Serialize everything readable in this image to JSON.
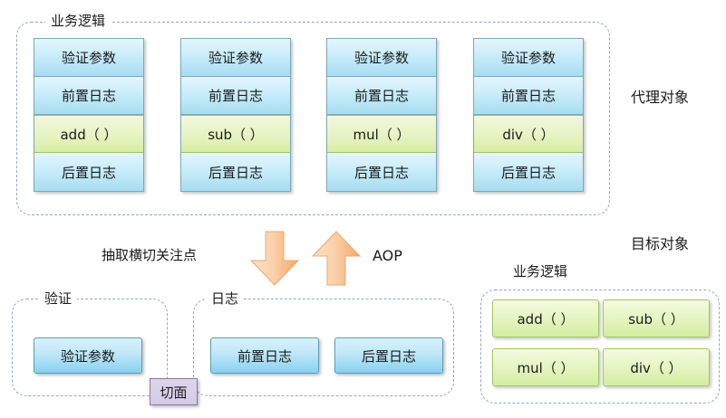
{
  "diagram": {
    "title_proxy_object": "代理对象",
    "title_target_object": "目标对象",
    "label_aop": "AOP",
    "label_extract": "抽取横切关注点"
  },
  "proxy_group": {
    "label": "业务逻辑",
    "columns": [
      {
        "method": "add（ ）",
        "cells": [
          "验证参数",
          "前置日志",
          "add（ ）",
          "后置日志"
        ]
      },
      {
        "method": "sub（ ）",
        "cells": [
          "验证参数",
          "前置日志",
          "sub（ ）",
          "后置日志"
        ]
      },
      {
        "method": "mul（ ）",
        "cells": [
          "验证参数",
          "前置日志",
          "mul（ ）",
          "后置日志"
        ]
      },
      {
        "method": "div（ ）",
        "cells": [
          "验证参数",
          "前置日志",
          "div（ ）",
          "后置日志"
        ]
      }
    ]
  },
  "validation_group": {
    "label": "验证",
    "boxes": [
      "验证参数"
    ]
  },
  "logging_group": {
    "label": "日志",
    "boxes": [
      "前置日志",
      "后置日志"
    ]
  },
  "aspect_badge": {
    "label": "切面"
  },
  "target_group": {
    "label": "业务逻辑",
    "boxes": [
      "add（ ）",
      "sub（ ）",
      "mul（ ）",
      "div（ ）"
    ]
  },
  "arrows": {
    "down": "arrow-down",
    "up": "arrow-up"
  },
  "colors": {
    "blue_fill": "#bfe7f8",
    "blue_border": "#5f9bb5",
    "green_fill": "#e6f4c2",
    "green_border": "#9ec56a",
    "arrow_orange": "#f6bc87",
    "badge_purple": "#d5cae6",
    "dashed_border": "#8fa8c8"
  }
}
